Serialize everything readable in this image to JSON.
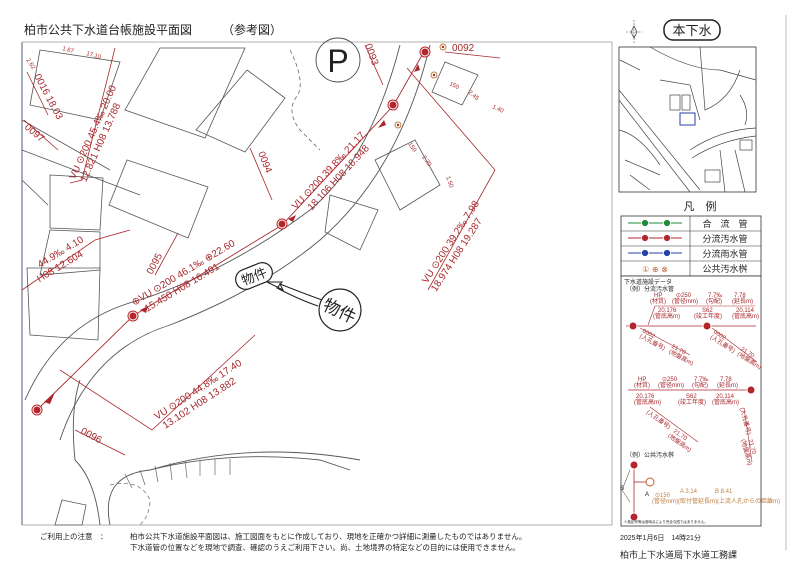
{
  "header": {
    "title": "柏市公共下水道台帳施設平面図",
    "subtitle": "（参考図）",
    "badge": "本下水"
  },
  "pipes": [
    {
      "top": "VU  ⊙200    39.8‰  21.17",
      "bottom": "18.106   H08      18.948"
    },
    {
      "top": "⊕VU  ⊙200      46.1‰   ⊕22.60",
      "bottom": "15.450      H08       16.491"
    },
    {
      "top": "VU  ⊙200    45.4‰   20.00",
      "bottom": "12.821    H08       13.788"
    },
    {
      "top": "44.9‰   4.10",
      "bottom": "H08       12.604"
    },
    {
      "top": "VU  ⊙200    39.2‰   7.98",
      "bottom": "18.974    H08      19.287"
    },
    {
      "top": "VU  ⊙200     44.8‰   17.40",
      "bottom": "13.102    H08       13.882"
    }
  ],
  "lots": [
    "0016 18.03",
    "0097",
    "0094",
    "0095",
    "0096",
    "0093",
    "0092"
  ],
  "small_values": [
    "150",
    "2.45",
    "1.40",
    "150",
    "2.20",
    "1.50",
    "1.67",
    "17.10",
    "2.62"
  ],
  "property_label": "物件",
  "parking_symbol": "P",
  "legend": {
    "title": "凡　例",
    "rows": [
      {
        "label": "合　流　管",
        "color": "#1e8a3a"
      },
      {
        "label": "分流汚水管",
        "color": "#b3262b"
      },
      {
        "label": "分流雨水管",
        "color": "#2540a8"
      },
      {
        "label": "公共汚水桝",
        "symbols": "① ⊕ ⊗"
      }
    ],
    "data_title": "下水道施設データ",
    "example1": "（例）分流汚水管",
    "ex_top": [
      "HP",
      "⊙250",
      "7.7‰",
      "7.78"
    ],
    "ex_top_sub": [
      "(材質)",
      "(管径mm)",
      "(勾配)",
      "(延長m)"
    ],
    "ex_bottom": [
      "20.176",
      "S62",
      "20.114"
    ],
    "ex_bottom_sub": [
      "(管底高m)",
      "(竣工年度)",
      "(管底高m)"
    ],
    "ex_mh": [
      "0002",
      "(人孔番号)",
      "21.70",
      "(地盤高m)"
    ],
    "example2": "（例）公共汚水桝",
    "ex2_vals": [
      "⊙150",
      "A 3.14",
      "B 8.41"
    ],
    "ex2_sub": "(管径mm)(取付管延長m)(上流人孔からの距離m)",
    "ex2_ab": [
      "A",
      "B"
    ],
    "note": "※各記号等は各時点により完全な図ではありません。"
  },
  "footer": {
    "notice_label": "ご利用上の注意　：",
    "notice_line1": "柏市公共下水道施設平面図は、施工図面をもとに作成しており、現地を正確かつ詳細に測量したものではありません。",
    "notice_line2": "下水道管の位置などを現地で調査、確認のうえご利用下さい。尚、土地境界の特定などの目的には使用できません。",
    "date": "2025年1月6日　14時21分",
    "department": "柏市上下水道局下水道工務課"
  }
}
